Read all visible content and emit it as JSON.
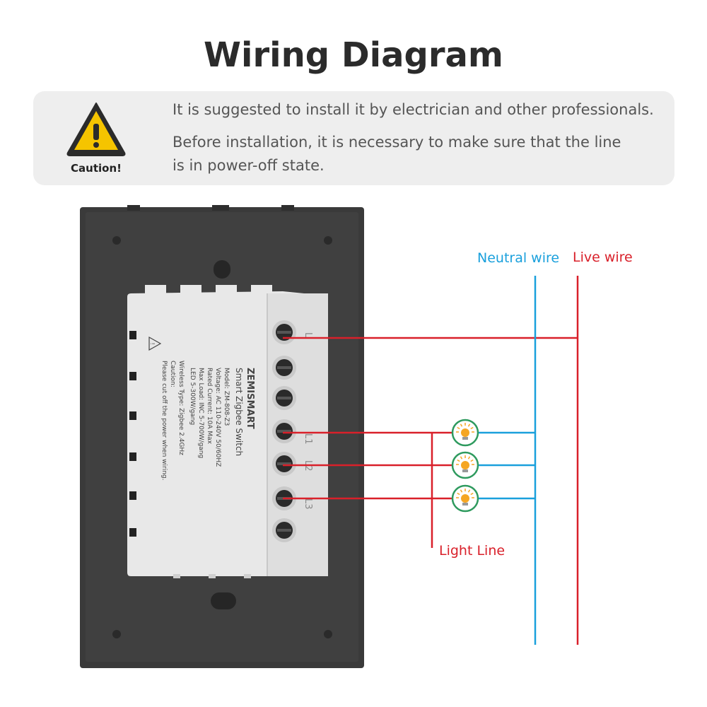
{
  "title": "Wiring Diagram",
  "caution": {
    "label": "Caution!",
    "message_1": "It is suggested to install it by electrician and other professionals.",
    "message_2": "Before installation, it is necessary to make sure that the line is in power-off state."
  },
  "labels": {
    "neutral": "Neutral wire",
    "live": "Live wire",
    "light_line": "Light Line"
  },
  "switch_label": {
    "brand": "ZEMISMART",
    "product": "Smart Zigbee Switch",
    "model": "Model: ZM-808-Z3",
    "voltage": "Voltage: AC 110-240V   50/60HZ",
    "current": "Rated Current: 10A Max",
    "max_load": "Max Load: INC 5-700W/gang",
    "led": "LED 5-300W/gang",
    "wireless": "Wireless Type: Zigbee 2.4GHz",
    "caution": "Caution:",
    "caution_text": "Please cut off the power when wiring."
  },
  "terminals": [
    "L",
    "L1",
    "L2",
    "L3"
  ],
  "colors": {
    "neutral": "#1aa0dc",
    "live": "#d9202a",
    "panel": "#3a3a3a",
    "lamp_ring": "#2e9a5e",
    "lamp": "#f5a623"
  }
}
